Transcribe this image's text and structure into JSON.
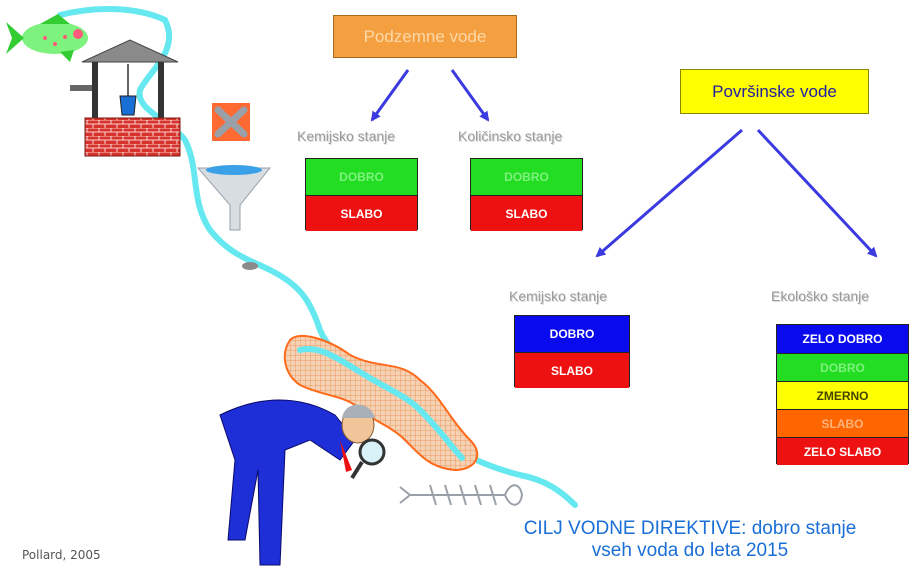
{
  "groundwater": {
    "title": "Podzemne vode",
    "chemical": {
      "label": "Kemijsko stanje",
      "states": [
        {
          "text": "DOBRO",
          "bg": "#22dd22",
          "fg": "#7ef27e"
        },
        {
          "text": "SLABO",
          "bg": "#ee1111",
          "fg": "#ffffff"
        }
      ]
    },
    "quantitative": {
      "label": "Količinsko stanje",
      "states": [
        {
          "text": "DOBRO",
          "bg": "#22dd22",
          "fg": "#7ef27e"
        },
        {
          "text": "SLABO",
          "bg": "#ee1111",
          "fg": "#ffffff"
        }
      ]
    }
  },
  "surface": {
    "title": "Površinske vode",
    "chemical": {
      "label": "Kemijsko stanje",
      "states": [
        {
          "text": "DOBRO",
          "bg": "#0a0aee",
          "fg": "#ffffff"
        },
        {
          "text": "SLABO",
          "bg": "#ee1111",
          "fg": "#ffffff"
        }
      ]
    },
    "ecological": {
      "label": "Ekološko stanje",
      "states": [
        {
          "text": "ZELO DOBRO",
          "bg": "#0a0aee",
          "fg": "#ffffff"
        },
        {
          "text": "DOBRO",
          "bg": "#22dd22",
          "fg": "#7ef27e"
        },
        {
          "text": "ZMERNO",
          "bg": "#ffff00",
          "fg": "#444400"
        },
        {
          "text": "SLABO",
          "bg": "#ff6600",
          "fg": "#ffb27a"
        },
        {
          "text": "ZELO SLABO",
          "bg": "#ee1111",
          "fg": "#ffffff"
        }
      ]
    }
  },
  "colors": {
    "groundwater_box": "#f5a040",
    "surface_box": "#ffff00",
    "arrow": "#3a3ae0",
    "river": "#66e8f0"
  },
  "footer": {
    "line1": "CILJ VODNE DIREKTIVE: dobro stanje",
    "line2": "vseh voda do leta 2015"
  },
  "credit": "Pollard, 2005"
}
